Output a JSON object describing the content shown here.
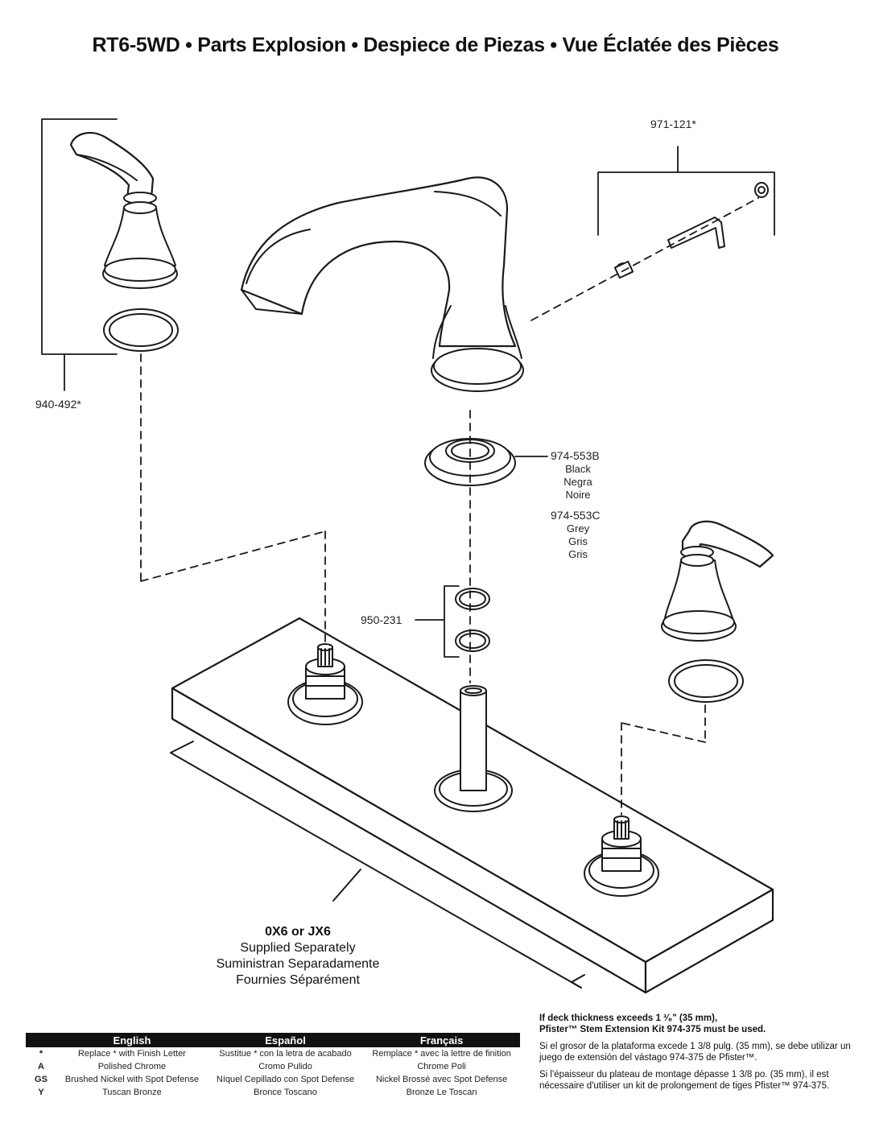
{
  "title": "RT6-5WD • Parts Explosion • Despiece de Piezas • Vue Éclatée des Pièces",
  "parts": {
    "stem_kit": "971-121*",
    "handle_kit": "940-492*",
    "spout_base": {
      "number_black": "974-553B",
      "black": [
        "Black",
        "Negra",
        "Noire"
      ],
      "number_grey": "974-553C",
      "grey": [
        "Grey",
        "Gris",
        "Gris"
      ]
    },
    "o_rings": "950-231"
  },
  "supplied": {
    "model": "0X6 or JX6",
    "lines": [
      "Supplied Separately",
      "Suministran Separadamente",
      "Fournies Séparément"
    ]
  },
  "finish_table": {
    "headers": [
      "English",
      "Español",
      "Français"
    ],
    "rows": [
      {
        "code": "*",
        "en": "Replace * with Finish Letter",
        "es": "Sustitue * con la letra de acabado",
        "fr": "Remplace * avec la lettre de finition"
      },
      {
        "code": "A",
        "en": "Polished Chrome",
        "es": "Cromo Pulido",
        "fr": "Chrome Poli"
      },
      {
        "code": "GS",
        "en": "Brushed Nickel with Spot Defense",
        "es": "Níquel Cepillado con Spot Defense",
        "fr": "Nickel Brossé avec Spot Defense"
      },
      {
        "code": "Y",
        "en": "Tuscan Bronze",
        "es": "Bronce Toscano",
        "fr": "Bronze Le Toscan"
      }
    ]
  },
  "note": {
    "en_line1": "If deck thickness exceeds 1 ³⁄₈\" (35 mm),",
    "en_line2": "Pfister™ Stem Extension Kit 974-375 must be used.",
    "es": "Si el grosor de la plataforma excede 1 3/8 pulg. (35 mm), se debe utilizar un juego de extensión del vástago 974-375 de Pfister™.",
    "fr": "Si l'épaisseur du plateau de montage dépasse 1 3/8 po. (35 mm), il est nécessaire d'utiliser un kit de prolongement de tiges Pfister™ 974-375."
  }
}
